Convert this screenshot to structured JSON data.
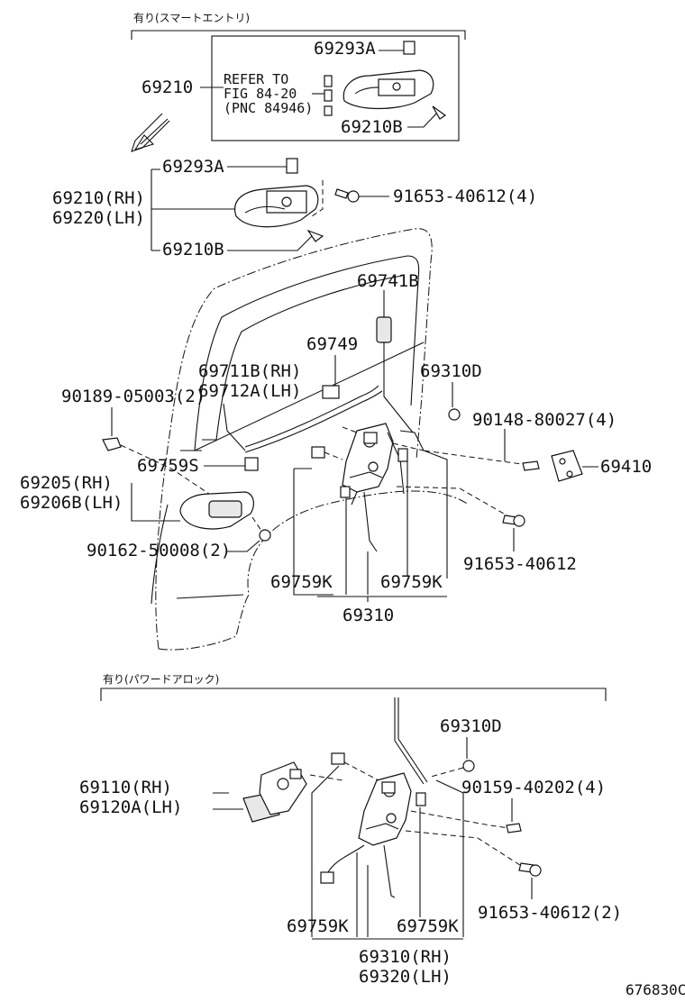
{
  "sections": {
    "smart_entry_label": "有り(スマートエントリ)",
    "power_door_lock_label": "有り(パワードアロック)"
  },
  "refer": {
    "line1": "REFER TO",
    "line2": "FIG 84-20",
    "line3": "(PNC 84946)"
  },
  "parts": {
    "p69293A_box": "69293A",
    "p69210_box": "69210",
    "p69210B_box": "69210B",
    "p69293A": "69293A",
    "p69210RH": "69210(RH)",
    "p69220LH": "69220(LH)",
    "p69210B": "69210B",
    "p91653_40612_4": "91653-40612(4)",
    "p69741B": "69741B",
    "p69749": "69749",
    "p69711B": "69711B(RH)",
    "p69712A": "69712A(LH)",
    "p69310D": "69310D",
    "p90189": "90189-05003(2)",
    "p90148": "90148-80027(4)",
    "p69410": "69410",
    "p69759S": "69759S",
    "p69205RH": "69205(RH)",
    "p69206B": "69206B(LH)",
    "p91653_40612": "91653-40612",
    "p90162": "90162-50008(2)",
    "p69759K_a": "69759K",
    "p69759K_b": "69759K",
    "p69310": "69310",
    "p69310D_b": "69310D",
    "p69110RH": "69110(RH)",
    "p69120A": "69120A(LH)",
    "p90159": "90159-40202(4)",
    "p91653_40612_2": "91653-40612(2)",
    "p69759K_c": "69759K",
    "p69759K_d": "69759K",
    "p69310RH": "69310(RH)",
    "p69320LH": "69320(LH)"
  },
  "figure_id": "676830C"
}
